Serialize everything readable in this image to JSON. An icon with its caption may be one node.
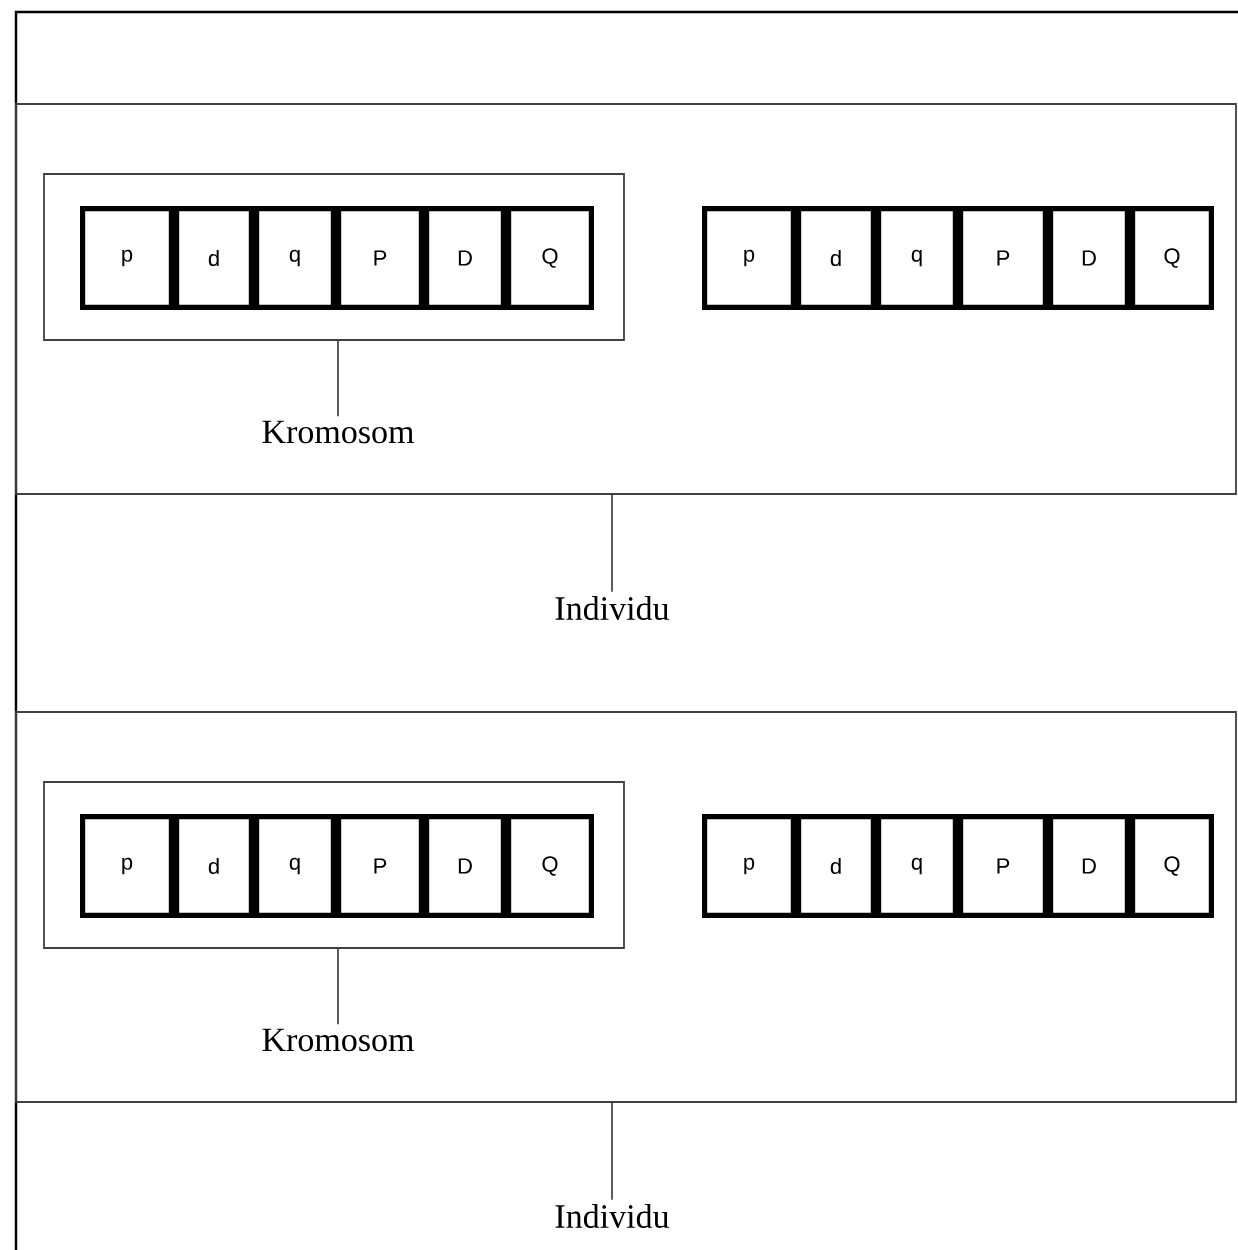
{
  "diagram": {
    "nodes": [
      {
        "text": [],
        "shape": "box"
      },
      {
        "text": [],
        "shape": "box",
        "in": 0
      },
      {
        "text": [
          "p"
        ],
        "in": 1
      },
      {
        "text": [
          "d"
        ],
        "in": 1
      },
      {
        "text": [
          "q"
        ],
        "in": 1
      },
      {
        "text": [
          "P"
        ],
        "in": 1
      },
      {
        "text": [
          "D"
        ],
        "in": 1
      },
      {
        "text": [
          "Q"
        ],
        "in": 1
      },
      {
        "text": [
          "p"
        ],
        "in": 0
      },
      {
        "text": [
          "d"
        ],
        "in": 0
      },
      {
        "text": [
          "q"
        ],
        "in": 0
      },
      {
        "text": [
          "P"
        ],
        "in": 0
      },
      {
        "text": [
          "D"
        ],
        "in": 0
      },
      {
        "text": [
          "Q"
        ],
        "in": 0
      },
      {
        "text": [
          "Kromosom"
        ],
        "in": 0
      },
      {
        "text": [
          "Individu"
        ]
      },
      {
        "text": [],
        "shape": "box"
      },
      {
        "text": [],
        "shape": "box",
        "in": 16
      },
      {
        "text": [
          "p"
        ],
        "in": 17
      },
      {
        "text": [
          "d"
        ],
        "in": 17
      },
      {
        "text": [
          "q"
        ],
        "in": 17
      },
      {
        "text": [
          "P"
        ],
        "in": 17
      },
      {
        "text": [
          "D"
        ],
        "in": 17
      },
      {
        "text": [
          "Q"
        ],
        "in": 17
      },
      {
        "text": [
          "p"
        ],
        "in": 16
      },
      {
        "text": [
          "d"
        ],
        "in": 16
      },
      {
        "text": [
          "q"
        ],
        "in": 16
      },
      {
        "text": [
          "P"
        ],
        "in": 16
      },
      {
        "text": [
          "D"
        ],
        "in": 16
      },
      {
        "text": [
          "Q"
        ],
        "in": 16
      },
      {
        "text": [
          "Kromosom"
        ],
        "in": 16
      },
      {
        "text": [
          "Individu"
        ]
      }
    ],
    "edges": [
      {
        "from": 14,
        "to": 1,
        "arrow": "none"
      },
      {
        "from": 15,
        "to": 0,
        "arrow": "none"
      },
      {
        "from": 30,
        "to": 17,
        "arrow": "none"
      },
      {
        "from": 31,
        "to": 16,
        "arrow": "none"
      }
    ]
  }
}
